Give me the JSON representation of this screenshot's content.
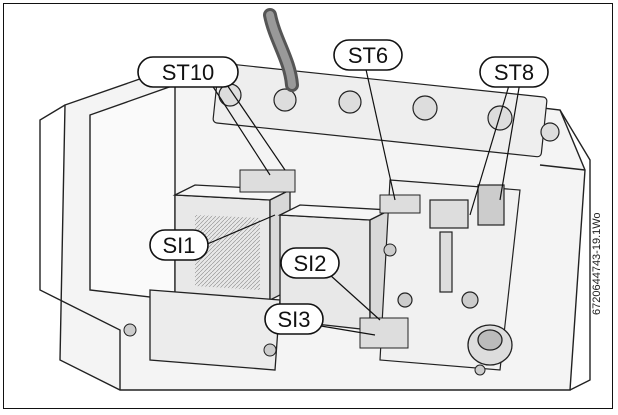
{
  "figure": {
    "callouts": [
      {
        "id": "st10",
        "label": "ST10"
      },
      {
        "id": "st6",
        "label": "ST6"
      },
      {
        "id": "st8",
        "label": "ST8"
      },
      {
        "id": "si1",
        "label": "SI1"
      },
      {
        "id": "si2",
        "label": "SI2"
      },
      {
        "id": "si3",
        "label": "SI3"
      }
    ],
    "reference_code": "6720644743-19.1Wo"
  }
}
